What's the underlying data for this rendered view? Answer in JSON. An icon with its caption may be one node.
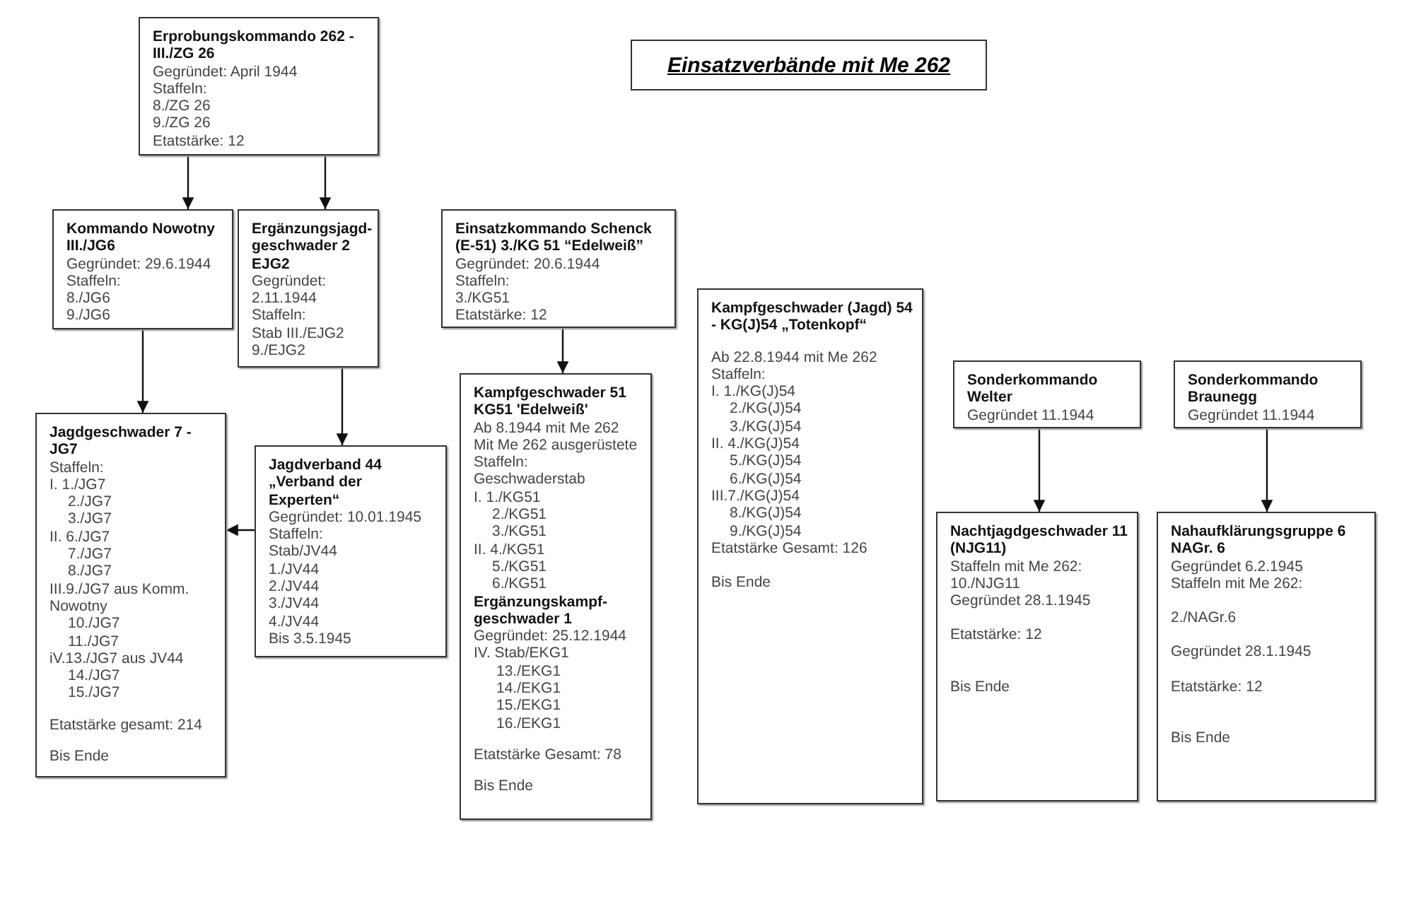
{
  "diagram": {
    "title": "Einsatzverbände mit Me 262",
    "nodes": [
      {
        "text": [
          "Erprobungskommando 262 - III./ZG 26",
          "Gegründet: April 1944",
          "Staffeln:",
          "8./ZG 26",
          "9./ZG 26",
          "Etatstärke: 12"
        ]
      },
      {
        "text": [
          "Kommando Nowotny III./JG6",
          "Gegründet: 29.6.1944",
          "Staffeln:",
          "8./JG6",
          "9./JG6"
        ]
      },
      {
        "text": [
          "Ergänzungsjagd-geschwader 2 EJG2",
          "Gegründet: 2.11.1944",
          "Staffeln:",
          "Stab III./EJG2",
          "9./EJG2"
        ]
      },
      {
        "text": [
          "Einsatzkommando Schenck (E-51) 3./KG 51 “Edelweiß”",
          "Gegründet: 20.6.1944",
          "Staffeln:",
          "3./KG51",
          "Etatstärke: 12"
        ]
      },
      {
        "text": [
          "Kampfgeschwader (Jagd) 54 - KG(J)54 „Totenkopf“",
          "Ab 22.8.1944 mit Me 262",
          "Staffeln:",
          "I. 1./KG(J)54",
          "2./KG(J)54",
          "3./KG(J)54",
          "II. 4./KG(J)54",
          "5./KG(J)54",
          "6./KG(J)54",
          "III.7./KG(J)54",
          "8./KG(J)54",
          "9./KG(J)54",
          "Etatstärke Gesamt: 126",
          "Bis Ende"
        ]
      },
      {
        "text": [
          "Sonderkommando Welter",
          "Gegründet 11.1944"
        ]
      },
      {
        "text": [
          "Sonderkommando Braunegg",
          "Gegründet 11.1944"
        ]
      },
      {
        "text": [
          "Jagdgeschwader 7 - JG7",
          "Staffeln:",
          "I. 1./JG7",
          "2./JG7",
          "3./JG7",
          "II. 6./JG7",
          "7./JG7",
          "8./JG7",
          "III.9./JG7 aus Komm. Nowotny",
          "10./JG7",
          "11./JG7",
          "iV.13./JG7 aus JV44",
          "14./JG7",
          "15./JG7",
          "Etatstärke gesamt: 214",
          "Bis Ende"
        ]
      },
      {
        "text": [
          "Jagdverband 44 „Verband der Experten“",
          "Gegründet: 10.01.1945",
          "Staffeln:",
          "Stab/JV44",
          "1./JV44",
          "2./JV44",
          "3./JV44",
          "4./JV44",
          "Bis 3.5.1945"
        ]
      },
      {
        "text": [
          "Kampfgeschwader 51 KG51 'Edelweiß'",
          "Ab 8.1944 mit Me 262",
          "Mit Me 262 ausgerüstete Staffeln:",
          "Geschwaderstab",
          "I. 1./KG51",
          "2./KG51",
          "3./KG51",
          "II. 4./KG51",
          "5./KG51",
          "6./KG51",
          "Ergänzungskampf-geschwader 1",
          "Gegründet: 25.12.1944",
          "IV. Stab/EKG1",
          "13./EKG1",
          "14./EKG1",
          "15./EKG1",
          "16./EKG1",
          "Etatstärke Gesamt: 78",
          "Bis Ende"
        ]
      },
      {
        "text": [
          "Nachtjagdgeschwader 11 (NJG11)",
          "Staffeln mit Me 262:",
          "10./NJG11",
          "Gegründet 28.1.1945",
          "Etatstärke: 12",
          "Bis Ende"
        ]
      },
      {
        "text": [
          "Nahaufklärungsgruppe 6 NAGr. 6",
          "Gegründet 6.2.1945",
          "Staffeln mit Me 262:",
          "2./NAGr.6",
          "Gegründet 28.1.1945",
          "Etatstärke: 12",
          "Bis Ende"
        ]
      }
    ],
    "edges": [
      {
        "from": 0,
        "to": 1,
        "arrow": "to"
      },
      {
        "from": 0,
        "to": 2,
        "arrow": "to"
      },
      {
        "from": 1,
        "to": 7,
        "arrow": "to"
      },
      {
        "from": 2,
        "to": 8,
        "arrow": "to"
      },
      {
        "from": 3,
        "to": 9,
        "arrow": "to"
      },
      {
        "from": 8,
        "to": 7,
        "arrow": "to"
      },
      {
        "from": 5,
        "to": 10,
        "arrow": "to"
      },
      {
        "from": 6,
        "to": 11,
        "arrow": "to"
      }
    ]
  }
}
